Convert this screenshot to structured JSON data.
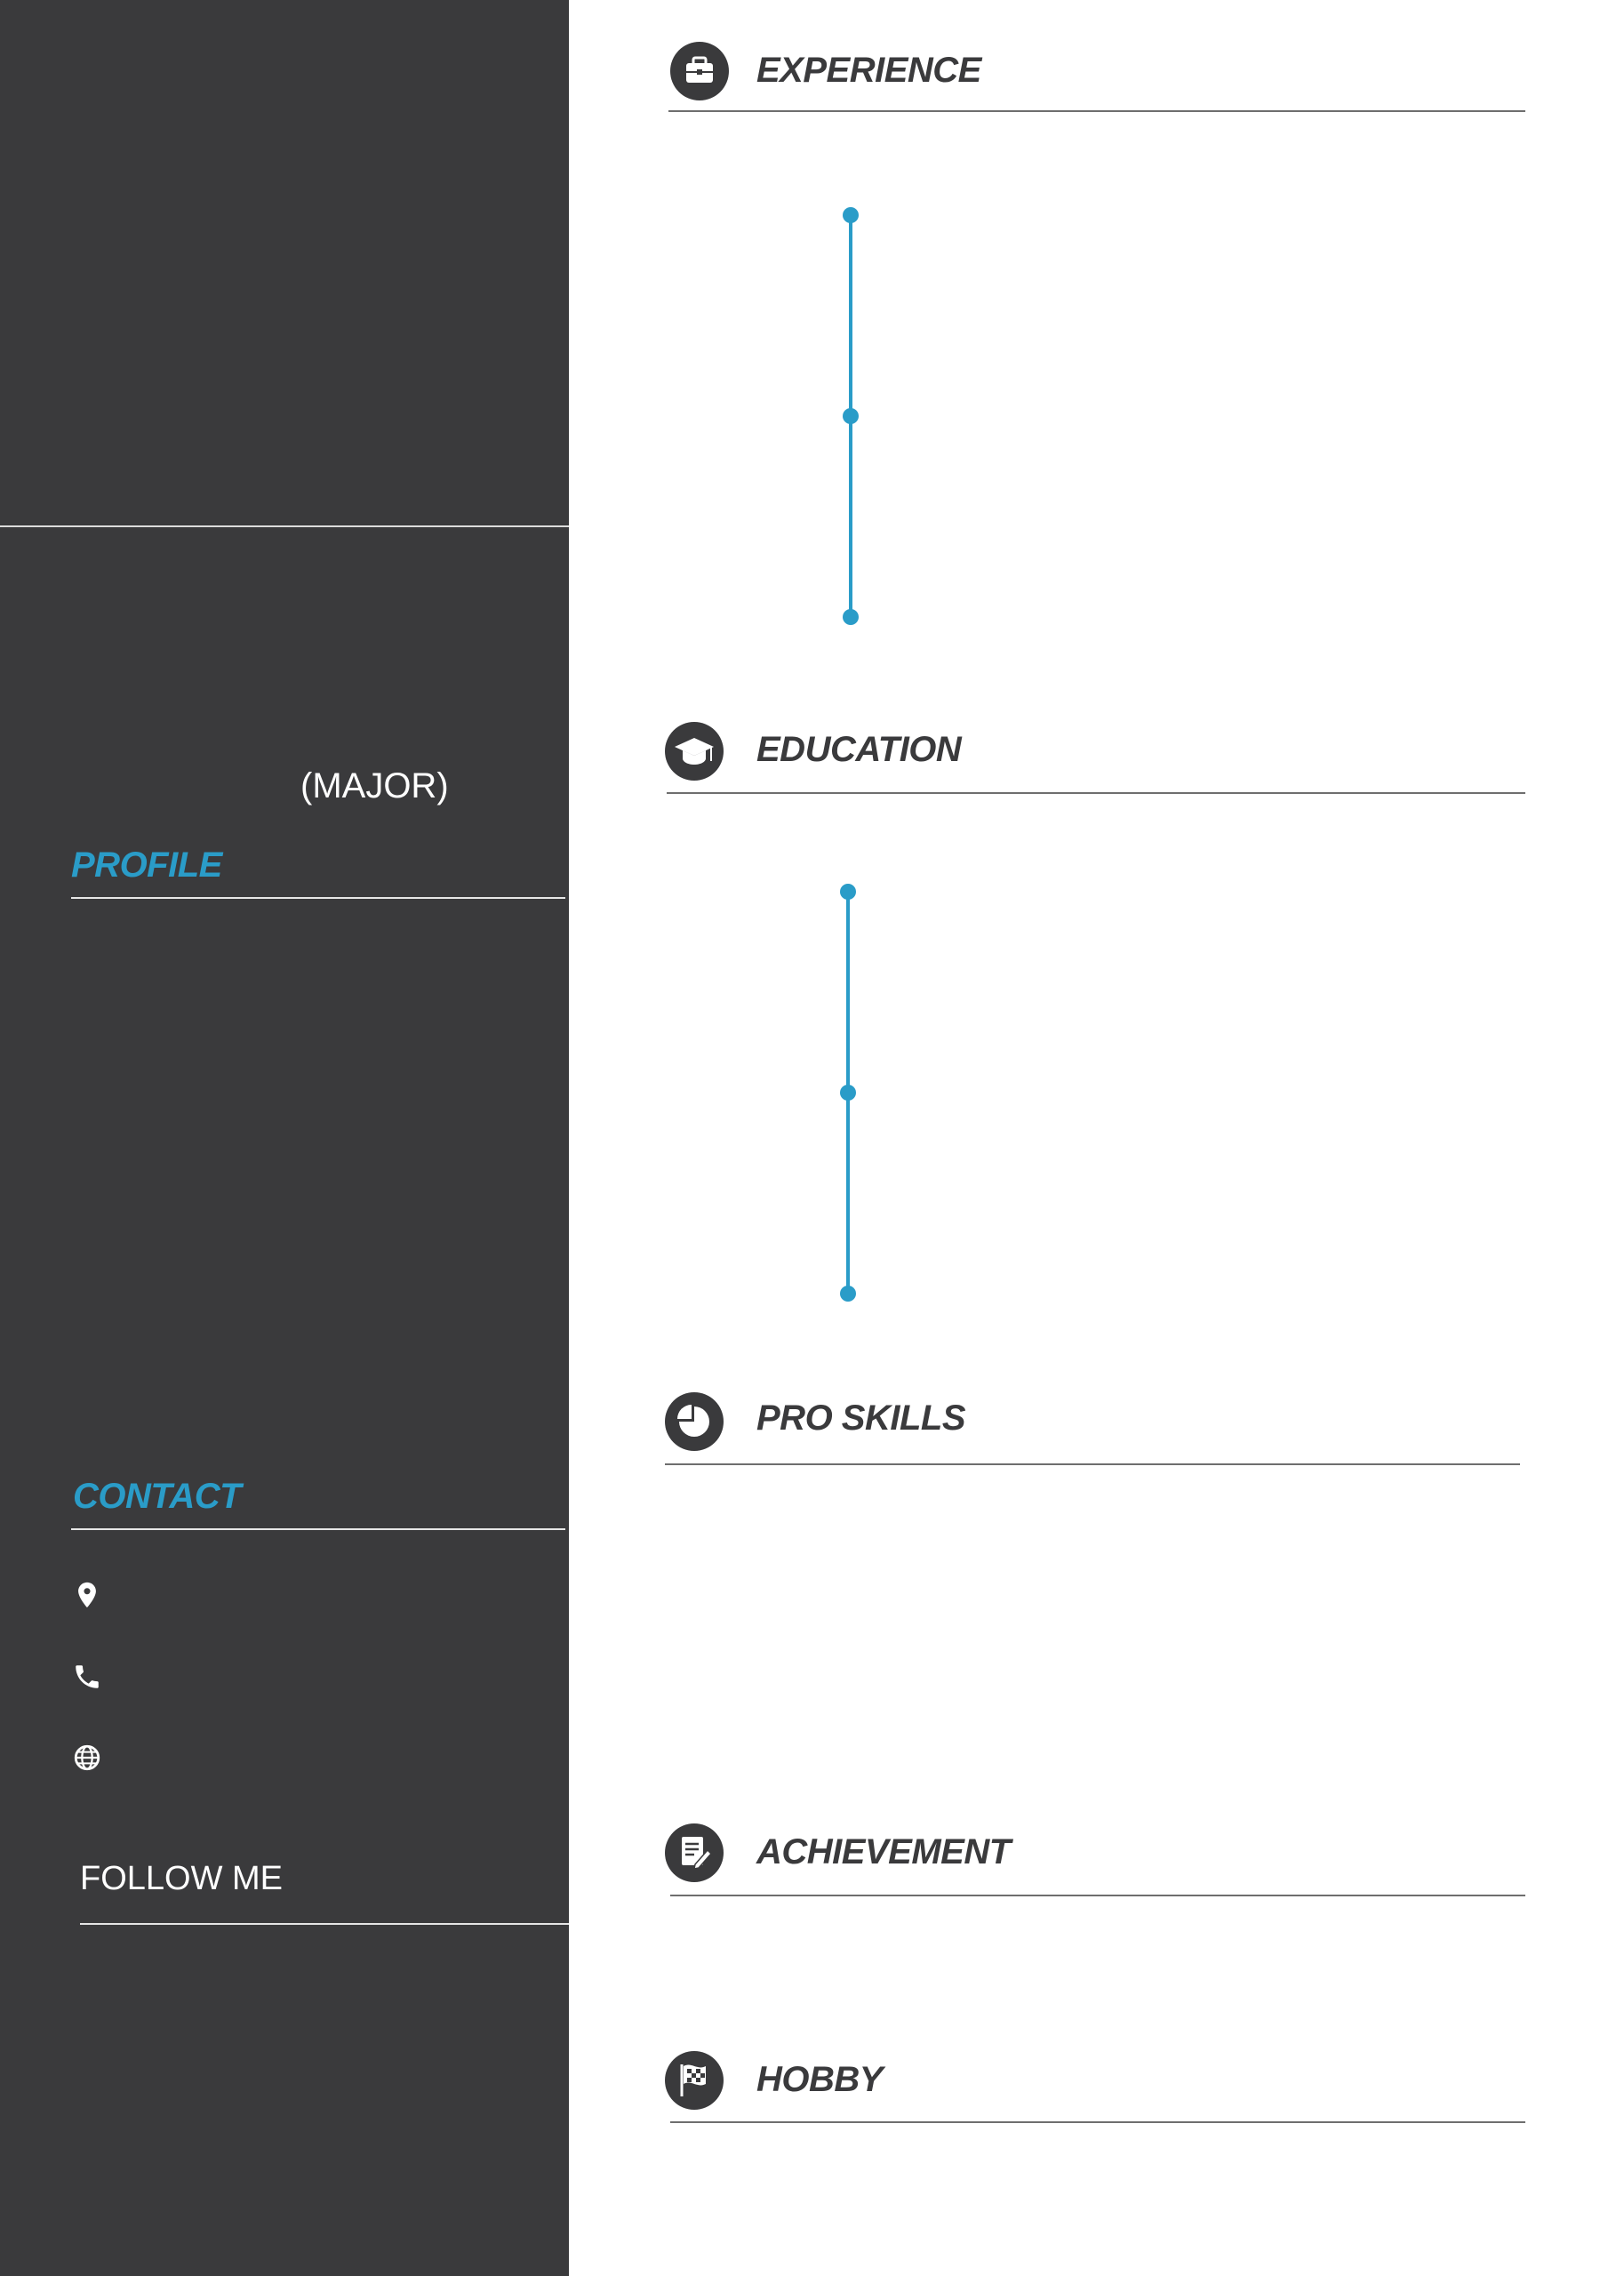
{
  "sidebar": {
    "major": "(MAJOR)",
    "profile_title": "PROFILE",
    "contact_title": "CONTACT",
    "follow_title": "FOLLOW ME",
    "contact_icons": [
      "location-pin-icon",
      "phone-icon",
      "globe-icon"
    ]
  },
  "sections": {
    "experience": {
      "title": "EXPERIENCE",
      "icon": "briefcase-icon"
    },
    "education": {
      "title": "EDUCATION",
      "icon": "graduation-cap-icon"
    },
    "pro_skills": {
      "title": "PRO SKILLS",
      "icon": "pie-chart-icon"
    },
    "achievement": {
      "title": "ACHIEVEMENT",
      "icon": "certificate-icon"
    },
    "hobby": {
      "title": "HOBBY",
      "icon": "checkered-flag-icon"
    }
  },
  "colors": {
    "sidebar_bg": "#3a3a3c",
    "accent": "#2a9cc8",
    "heading": "#3a3a3c",
    "rule": "#6e6e6e"
  }
}
